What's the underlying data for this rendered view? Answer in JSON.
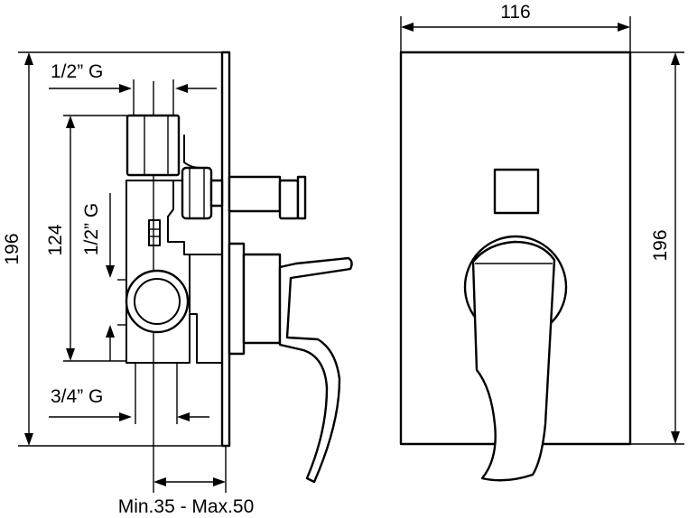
{
  "side_view": {
    "inlet_top_label": "1/2” G",
    "side_outlet_label": "1/2” G",
    "bottom_inlet_label": "3/4” G",
    "overall_height": "196",
    "inlet_spacing": "124",
    "depth_range": "Min.35 - Max.50"
  },
  "front_view": {
    "width": "116",
    "height": "196"
  }
}
